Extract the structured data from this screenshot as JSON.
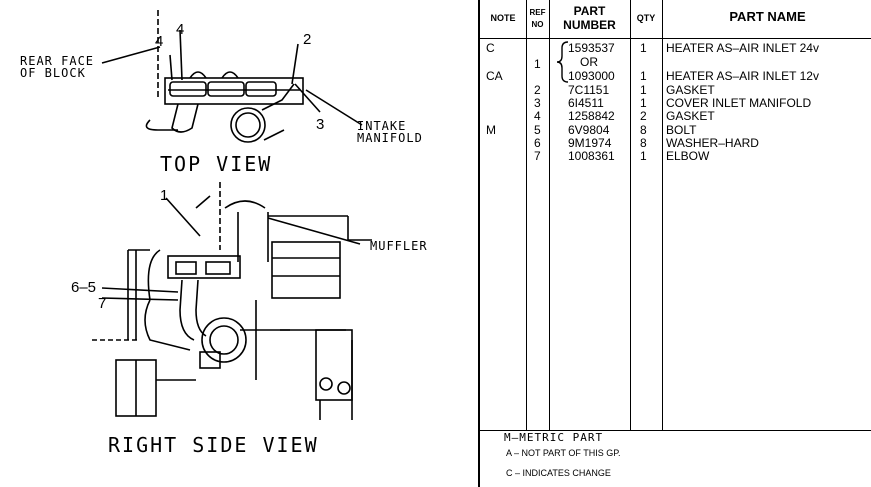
{
  "drawing": {
    "labels": {
      "rear_face": "REAR FACE\nOF BLOCK",
      "intake": "INTAKE\nMANIFOLD",
      "muffler": "MUFFLER"
    },
    "callouts": {
      "top_4a": "4",
      "top_4b": "4",
      "top_2": "2",
      "top_3": "3",
      "side_1": "1",
      "side_65": "6–5",
      "side_7": "7"
    },
    "top_view_title": "TOP VIEW",
    "side_view_title": "RIGHT SIDE VIEW"
  },
  "table": {
    "headers": {
      "note": "NOTE",
      "ref_no_1": "REF",
      "ref_no_2": "NO",
      "part_number_1": "PART",
      "part_number_2": "NUMBER",
      "qty": "QTY",
      "part_name": "PART NAME"
    },
    "rows": [
      {
        "note": "C",
        "ref": "",
        "part": "1593537",
        "qty": "1",
        "name": "HEATER AS–AIR INLET 24v"
      },
      {
        "note": "",
        "ref": "1",
        "part": "OR",
        "qty": "",
        "name": ""
      },
      {
        "note": "CA",
        "ref": "",
        "part": "1093000",
        "qty": "1",
        "name": "HEATER AS–AIR INLET 12v"
      },
      {
        "note": "",
        "ref": "2",
        "part": "7C1151",
        "qty": "1",
        "name": "GASKET"
      },
      {
        "note": "",
        "ref": "3",
        "part": "6I4511",
        "qty": "1",
        "name": "COVER INLET MANIFOLD"
      },
      {
        "note": "",
        "ref": "4",
        "part": "1258842",
        "qty": "2",
        "name": "GASKET"
      },
      {
        "note": "M",
        "ref": "5",
        "part": "6V9804",
        "qty": "8",
        "name": "BOLT"
      },
      {
        "note": "",
        "ref": "6",
        "part": "9M1974",
        "qty": "8",
        "name": "WASHER–HARD"
      },
      {
        "note": "",
        "ref": "7",
        "part": "1008361",
        "qty": "1",
        "name": "ELBOW"
      }
    ]
  },
  "footer": {
    "metric": "M–METRIC PART",
    "note_a": "A – NOT PART OF THIS GP.",
    "note_c": "C – INDICATES CHANGE"
  }
}
